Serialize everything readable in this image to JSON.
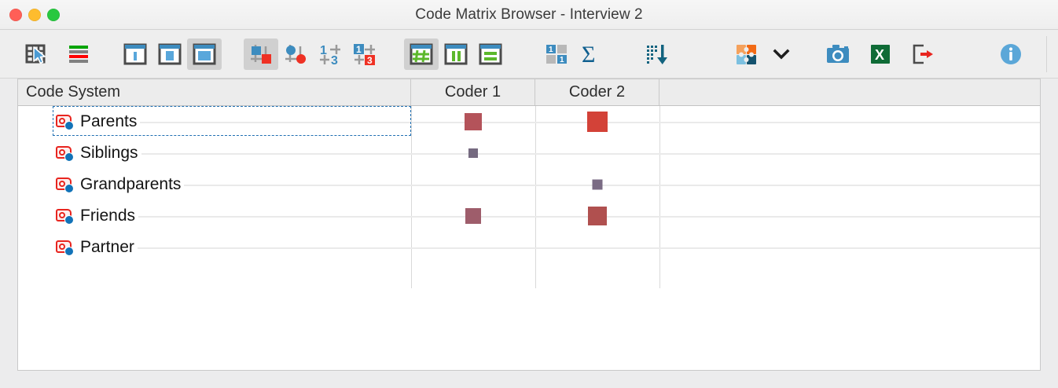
{
  "window": {
    "title": "Code Matrix Browser - Interview 2",
    "traffic_lights": [
      "close",
      "minimize",
      "maximize"
    ]
  },
  "toolbar": {
    "items": [
      {
        "name": "select-table-icon",
        "label": "Select",
        "active": false
      },
      {
        "name": "code-bars-icon",
        "label": "Code Frequencies",
        "active": false
      },
      {
        "name": "symbol-size-small-icon",
        "label": "Small symbols",
        "active": false
      },
      {
        "name": "symbol-size-medium-icon",
        "label": "Medium symbols",
        "active": false
      },
      {
        "name": "symbol-size-large-icon",
        "label": "Large symbols",
        "active": true
      },
      {
        "name": "square-symbol-icon",
        "label": "Square symbols",
        "active": true
      },
      {
        "name": "circle-symbol-icon",
        "label": "Circle symbols",
        "active": false
      },
      {
        "name": "number-symbol-icon",
        "label": "Numbers",
        "active": false
      },
      {
        "name": "number-square-symbol-icon",
        "label": "Numbers in squares",
        "active": false
      },
      {
        "name": "grid-hash-icon",
        "label": "Show grid",
        "active": true
      },
      {
        "name": "columns-icon",
        "label": "Column view",
        "active": false
      },
      {
        "name": "rows-icon",
        "label": "Row view",
        "active": false
      },
      {
        "name": "binary-cells-icon",
        "label": "Binary values",
        "active": false
      },
      {
        "name": "sigma-sum-icon",
        "label": "Sum",
        "active": false
      },
      {
        "name": "sort-descending-icon",
        "label": "Sort",
        "active": false
      },
      {
        "name": "export-puzzle-icon",
        "label": "Export",
        "active": false
      },
      {
        "name": "chevron-down-icon",
        "label": "More",
        "active": false
      },
      {
        "name": "camera-icon",
        "label": "Screenshot",
        "active": false
      },
      {
        "name": "excel-export-icon",
        "label": "Export to Excel",
        "active": false
      },
      {
        "name": "open-external-icon",
        "label": "Open externally",
        "active": false
      },
      {
        "name": "info-icon",
        "label": "Information",
        "active": false
      }
    ]
  },
  "table": {
    "columns": [
      "Code System",
      "Coder 1",
      "Coder 2"
    ],
    "rows": [
      {
        "code": "Parents",
        "selected": true,
        "cells": [
          {
            "size": 22,
            "color": "#b4535a"
          },
          {
            "size": 26,
            "color": "#d34238"
          }
        ]
      },
      {
        "code": "Siblings",
        "selected": false,
        "cells": [
          {
            "size": 12,
            "color": "#756a80"
          },
          {
            "size": 0,
            "color": "none"
          }
        ]
      },
      {
        "code": "Grandparents",
        "selected": false,
        "cells": [
          {
            "size": 0,
            "color": "none"
          },
          {
            "size": 13,
            "color": "#7a6b84"
          }
        ]
      },
      {
        "code": "Friends",
        "selected": false,
        "cells": [
          {
            "size": 20,
            "color": "#9e5d6b"
          },
          {
            "size": 24,
            "color": "#b0504f"
          }
        ]
      },
      {
        "code": "Partner",
        "selected": false,
        "cells": [
          {
            "size": 0,
            "color": "none"
          },
          {
            "size": 0,
            "color": "none"
          }
        ]
      }
    ]
  },
  "colors": {
    "titlebar": "#f1f1f1",
    "toolbar": "#eeeeee",
    "header": "#ececec",
    "accent_blue": "#3d8cbf",
    "accent_red": "#e8251f",
    "code_icon_blue": "#1273b8"
  }
}
